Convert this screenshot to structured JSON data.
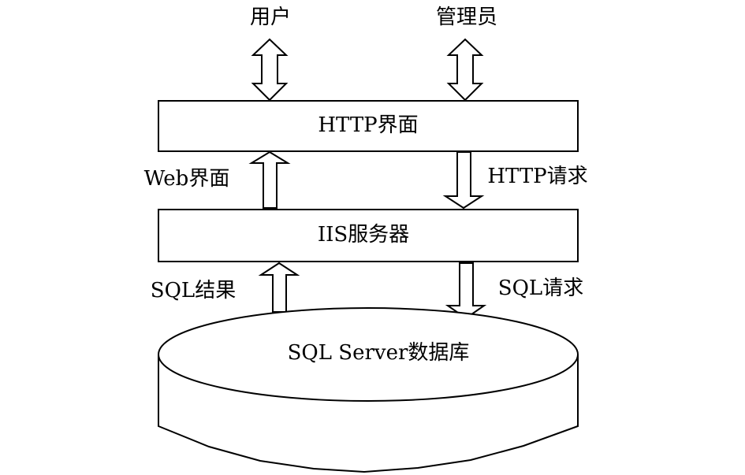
{
  "actors": {
    "user": "用户",
    "admin": "管理员"
  },
  "layers": {
    "http_ui": "HTTP界面",
    "iis_server": "IIS服务器",
    "database": "SQL Server数据库"
  },
  "flows": {
    "web_ui": "Web界面",
    "http_request": "HTTP请求",
    "sql_result": "SQL结果",
    "sql_request": "SQL请求"
  }
}
